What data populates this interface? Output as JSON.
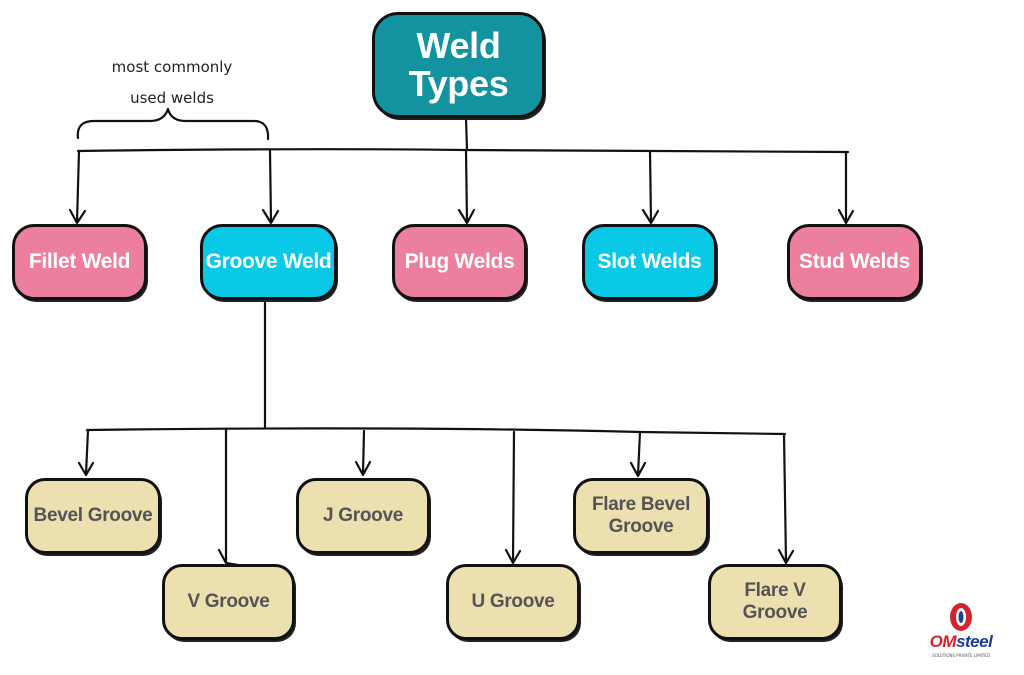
{
  "title": {
    "line1": "Weld",
    "line2": "Types"
  },
  "annotation": {
    "line1": "most commonly",
    "line2": "used welds"
  },
  "weld_types": [
    {
      "label": "Fillet Weld",
      "color": "#ec7f9e"
    },
    {
      "label": "Groove Weld",
      "color": "#09c9e6"
    },
    {
      "label": "Plug Welds",
      "color": "#ec7f9e"
    },
    {
      "label": "Slot Welds",
      "color": "#09c9e6"
    },
    {
      "label": "Stud Welds",
      "color": "#ec7f9e"
    }
  ],
  "groove_types": [
    {
      "label": "Bevel Groove"
    },
    {
      "label": "V Groove"
    },
    {
      "label": "J Groove"
    },
    {
      "label": "U Groove"
    },
    {
      "label": "Flare Bevel",
      "label2": "Groove"
    },
    {
      "label": "Flare V Groove"
    }
  ],
  "logo": {
    "brand_om": "OM",
    "brand_steel": "steel",
    "tagline": "SOLUTIONS PRIVATE LIMITED"
  },
  "colors": {
    "root": "#13939f",
    "pink": "#ec7f9e",
    "cyan": "#09c9e6",
    "tan": "#ece0b0",
    "line": "#111111"
  }
}
